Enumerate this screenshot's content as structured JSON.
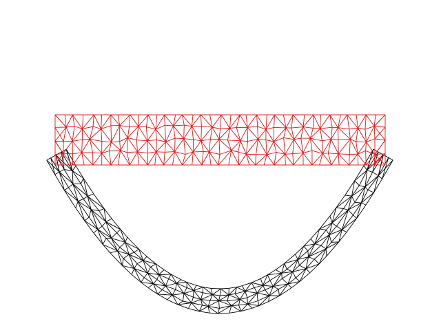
{
  "figure": {
    "background": "#ffffff",
    "meshes": [
      {
        "id": "undeformed",
        "state": "reference configuration",
        "color": "#e01010",
        "rows": 4,
        "cols": 36
      },
      {
        "id": "deformed",
        "state": "deformed configuration",
        "color": "#000000",
        "rows": 4,
        "cols": 36
      }
    ]
  }
}
